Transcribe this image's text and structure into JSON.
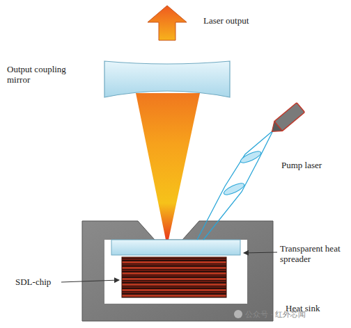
{
  "diagram": {
    "labels": [
      "Laser output",
      "Output coupling mirror",
      "Pump laser",
      "Transparent heat spreader",
      "SDL-chip",
      "Heat sink",
      "公众号 · 红外芯闻"
    ]
  }
}
